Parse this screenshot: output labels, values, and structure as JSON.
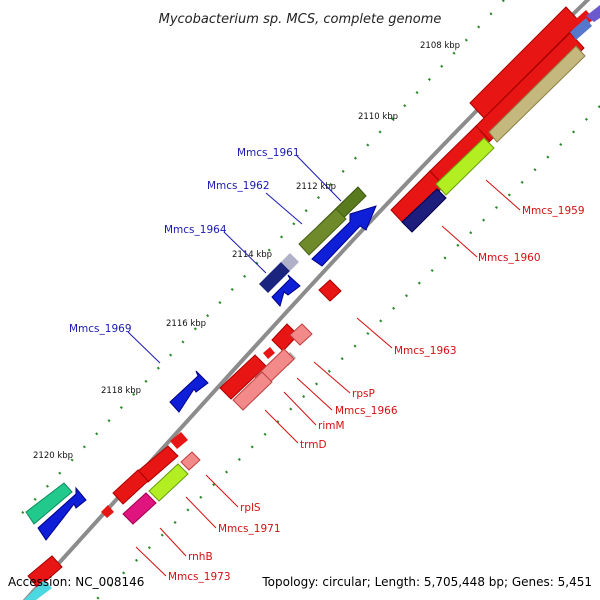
{
  "title": "Mycobacterium sp. MCS, complete genome",
  "footer": {
    "accession": "Accession: NC_008146",
    "summary": "Topology: circular; Length: 5,705,448 bp; Genes: 5,451"
  },
  "colors": {
    "backbone": "#8c8c8c",
    "tick_dot": "#2e8b2e",
    "label_plus": "#1a1ab0",
    "label_minus": "#d41010"
  },
  "ticks": [
    "2108 kbp",
    "2110 kbp",
    "2112 kbp",
    "2114 kbp",
    "2116 kbp",
    "2118 kbp",
    "2120 kbp"
  ],
  "labels_plus": [
    "Mmcs_1961",
    "Mmcs_1962",
    "Mmcs_1964",
    "Mmcs_1969"
  ],
  "labels_minus": [
    "Mmcs_1959",
    "Mmcs_1960",
    "Mmcs_1963",
    "rpsP",
    "Mmcs_1966",
    "rimM",
    "trmD",
    "rplS",
    "Mmcs_1971",
    "rnhB",
    "Mmcs_1973"
  ]
}
